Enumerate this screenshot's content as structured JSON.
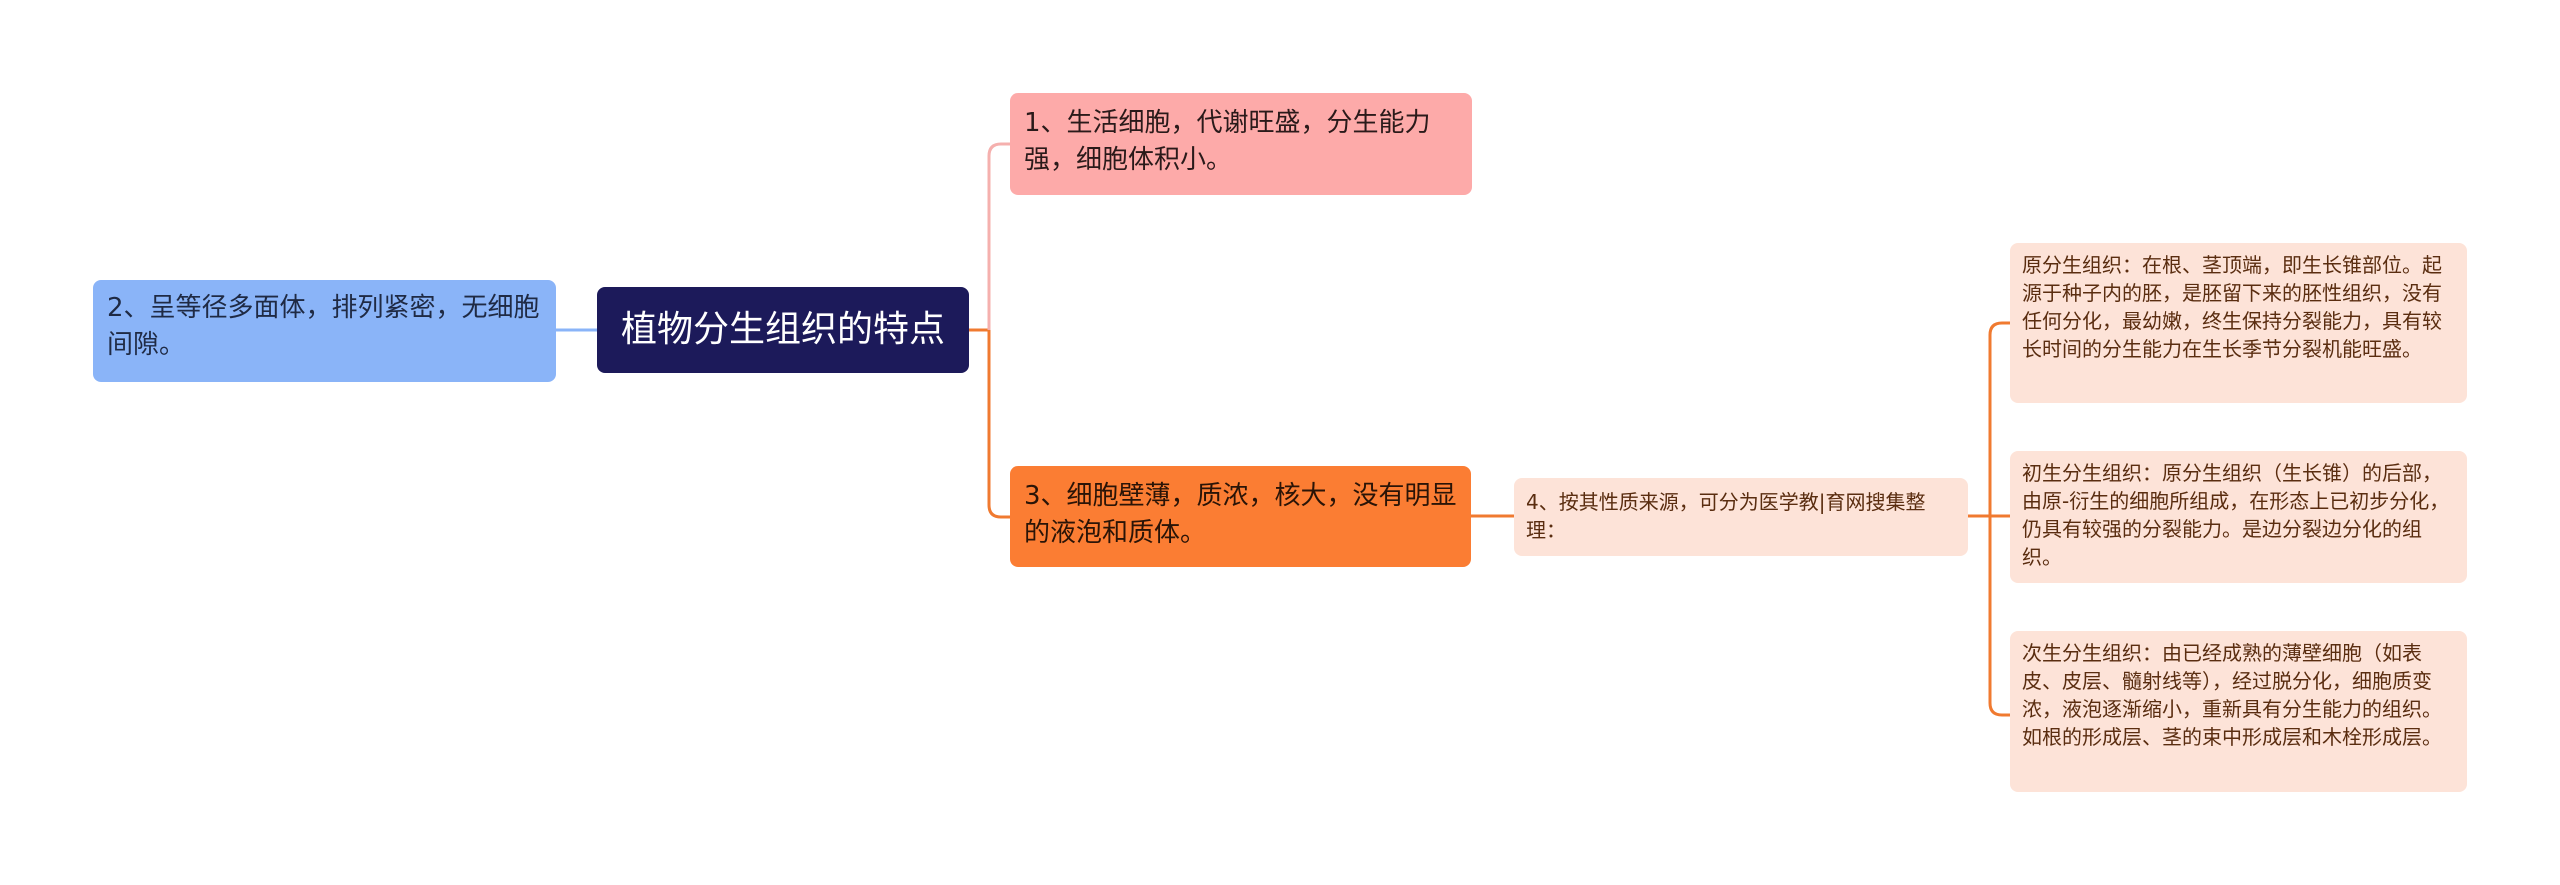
{
  "mindmap": {
    "root": {
      "label": "植物分生组织的特点",
      "color": "#1c1a5a"
    },
    "left_nodes": [
      {
        "label": "2、呈等径多面体，排列紧密，无细胞间隙。",
        "color": "#8ab4f8"
      }
    ],
    "right_nodes": [
      {
        "label": "1、生活细胞，代谢旺盛，分生能力强，细胞体积小。",
        "color": "#fdaaa9"
      },
      {
        "label": "3、细胞壁薄，质浓，核大，没有明显的液泡和质体。",
        "color": "#fb7d33",
        "children": [
          {
            "label": "4、按其性质来源，可分为医学教|育网搜集整理：",
            "color": "#fde3d8",
            "children": [
              {
                "label": "原分生组织：在根、茎顶端，即生长锥部位。起源于种子内的胚，是胚留下来的胚性组织，没有任何分化，最幼嫩，终生保持分裂能力，具有较长时间的分生能力在生长季节分裂机能旺盛。"
              },
              {
                "label": "初生分生组织：原分生组织（生长锥）的后部，由原-衍生的细胞所组成，在形态上已初步分化，仍具有较强的分裂能力。是边分裂边分化的组织。"
              },
              {
                "label": "次生分生组织：由已经成熟的薄壁细胞（如表皮、皮层、髓射线等），经过脱分化，细胞质变浓，液泡逐渐缩小，重新具有分生能力的组织。如根的形成层、茎的束中形成层和木栓形成层。"
              }
            ]
          }
        ]
      }
    ],
    "connector_colors": {
      "blue": "#8ab4f8",
      "pink": "#f5b0ae",
      "orange": "#f07a30"
    }
  }
}
